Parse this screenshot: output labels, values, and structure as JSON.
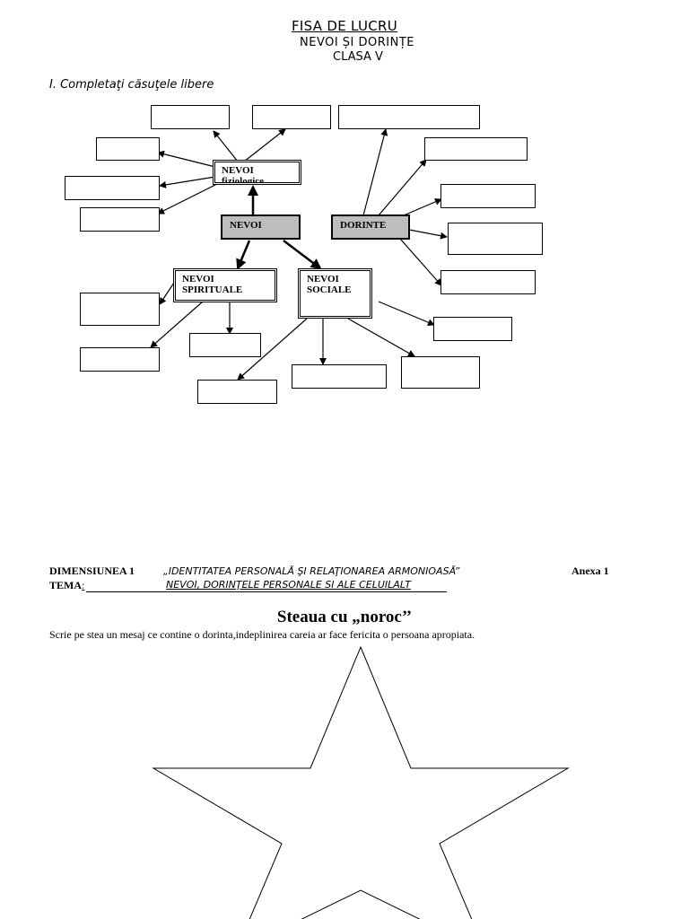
{
  "header": {
    "title": "FISA DE LUCRU",
    "subtitle": "NEVOI ȘI DORINȚE",
    "class_label": "CLASA V"
  },
  "exercise": {
    "instruction": "I. Completaţi căsuţele libere"
  },
  "diagram": {
    "center_left": "NEVOI",
    "center_right": "DORINTE",
    "node_top": "NEVOI\nfiziologice",
    "node_spiritual": "NEVOI\nSPIRITUALE",
    "node_social": "NEVOI\nSOCIALE"
  },
  "annex": {
    "dimension_label": "DIMENSIUNEA 1",
    "dimension_value": "„IDENTITATEA PERSONALĂ ŞI RELAŢIONAREA ARMONIOASĂ”",
    "annex_label": "Anexa 1",
    "theme_label": "TEMA",
    "theme_value": "NEVOI, DORINŢELE PERSONALE SI ALE CELUILALT"
  },
  "star_section": {
    "title": "Steaua cu „noroc’’",
    "instruction": "Scrie pe stea un mesaj ce contine o dorinta,indeplinirea careia ar face fericita o persoana apropiata."
  }
}
